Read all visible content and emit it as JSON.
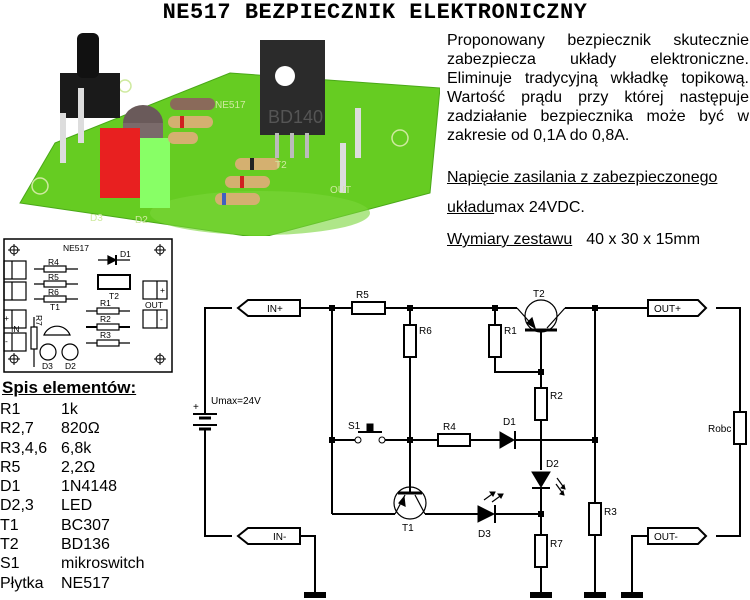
{
  "title": "NE517 BEZPIECZNIK ELEKTRONICZNY",
  "description": "Proponowany bezpiecznik skutecznie zabezpiecza układy elektroniczne. Eliminuje tradycyjną wkładkę topikową. Wartość prądu przy której następuje zadziałanie bezpiecznika może być w zakresie od 0,1A do 0,8A.",
  "supply": {
    "label_part1": "Napięcie zasilania z zabezpieczonego",
    "label_part2": "układu",
    "value": "max 24VDC."
  },
  "dimensions": {
    "label": "Wymiary zestawu",
    "value": "40 x 30 x 15mm"
  },
  "photo": {
    "board_labels": [
      "NE517",
      "T2",
      "D3",
      "D2",
      "OUT",
      "+",
      "-"
    ],
    "transistor_marking": "BD140"
  },
  "pcb": {
    "board_name": "NE517",
    "labels": [
      "R4",
      "R5",
      "R6",
      "T1",
      "R7",
      "D3",
      "D2",
      "D1",
      "T2",
      "R1",
      "R2",
      "R3",
      "OUT",
      "IN",
      "+",
      "-"
    ]
  },
  "parts_list": {
    "title": "Spis elementów:",
    "items": [
      {
        "ref": "R1",
        "value": "1k"
      },
      {
        "ref": "R2,7",
        "value": "820Ω"
      },
      {
        "ref": "R3,4,6",
        "value": "6,8k"
      },
      {
        "ref": "R5",
        "value": "2,2Ω"
      },
      {
        "ref": "D1",
        "value": "1N4148"
      },
      {
        "ref": "D2,3",
        "value": "LED"
      },
      {
        "ref": "T1",
        "value": "BC307"
      },
      {
        "ref": "T2",
        "value": "BD136"
      },
      {
        "ref": "S1",
        "value": "mikroswitch"
      },
      {
        "ref": "Płytka",
        "value": "NE517"
      }
    ]
  },
  "schematic": {
    "connectors": {
      "in_plus": "IN+",
      "in_minus": "IN-",
      "out_plus": "OUT+",
      "out_minus": "OUT-"
    },
    "supply_label": "Umax=24V",
    "plus_sign": "+",
    "components": {
      "R1": "R1",
      "R2": "R2",
      "R3": "R3",
      "R4": "R4",
      "R5": "R5",
      "R6": "R6",
      "R7": "R7",
      "D1": "D1",
      "D2": "D2",
      "D3": "D3",
      "T1": "T1",
      "T2": "T2",
      "S1": "S1",
      "Robc": "Robc"
    }
  }
}
